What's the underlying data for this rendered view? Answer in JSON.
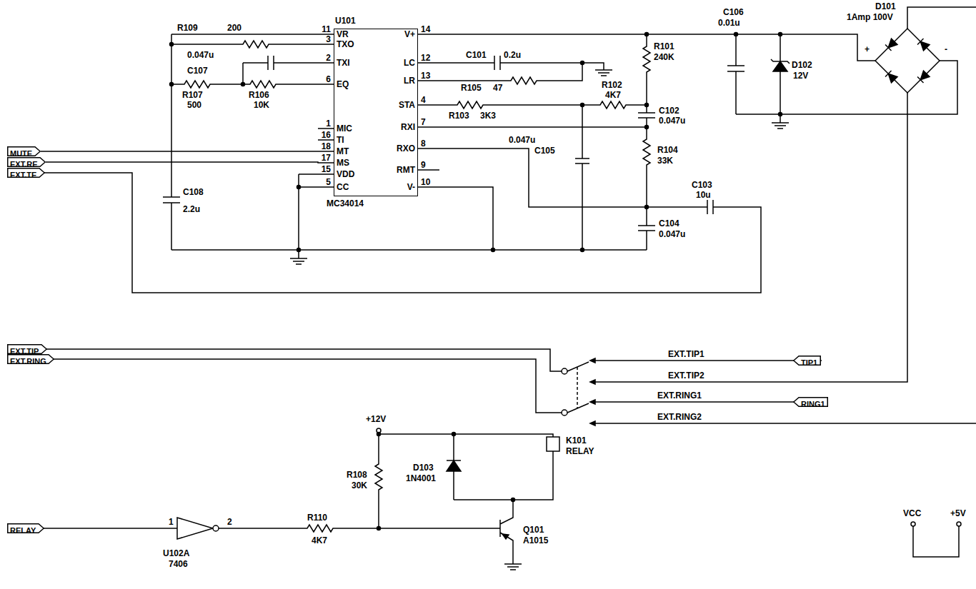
{
  "diagram": {
    "nodes": [
      {
        "text": [
          "U101",
          "MC34014"
        ]
      },
      {
        "text": [
          "MUTE"
        ]
      },
      {
        "text": [
          "EXT.RE"
        ]
      },
      {
        "text": [
          "EXT.TE"
        ]
      },
      {
        "text": [
          "EXT.TIP"
        ]
      },
      {
        "text": [
          "EXT.RING"
        ]
      },
      {
        "text": [
          "TIP1"
        ]
      },
      {
        "text": [
          "RING1"
        ]
      },
      {
        "text": [
          "RELAY"
        ]
      }
    ],
    "edges": [
      {
        "from": 1,
        "to": 0,
        "arrow": "none"
      },
      {
        "from": 2,
        "to": 0,
        "arrow": "none"
      }
    ],
    "labels": [
      "R109",
      "200",
      "0.047u",
      "C107",
      "R107",
      "500",
      "R106",
      "10K",
      "C108",
      "2.2u",
      "VR",
      "TXO",
      "TXI",
      "EQ",
      "MIC",
      "TI",
      "MT",
      "MS",
      "VDD",
      "CC",
      "11",
      "3",
      "2",
      "6",
      "1",
      "16",
      "18",
      "17",
      "15",
      "5",
      "V+",
      "LC",
      "LR",
      "STA",
      "RXI",
      "RXO",
      "RMT",
      "V-",
      "14",
      "12",
      "13",
      "4",
      "7",
      "8",
      "9",
      "10",
      "C101",
      "0.2u",
      "R105",
      "47",
      "R103",
      "3K3",
      "R102",
      "4K7",
      "R101",
      "240K",
      "C106",
      "0.01u",
      "D101",
      "1Amp 100V",
      "+",
      "-",
      "D102",
      "12V",
      "C102",
      "0.047u",
      "R104",
      "33K",
      "C103",
      "10u",
      "C104",
      "0.047u",
      "0.047u",
      "C105",
      "EXT.TIP1",
      "EXT.TIP2",
      "EXT.RING1",
      "EXT.RING2",
      "+12V",
      "R108",
      "30K",
      "D103",
      "1N4001",
      "K101",
      "RELAY",
      "Q101",
      "A1015",
      "R110",
      "4K7",
      "1",
      "2",
      "U102A",
      "7406",
      "VCC",
      "+5V"
    ]
  }
}
